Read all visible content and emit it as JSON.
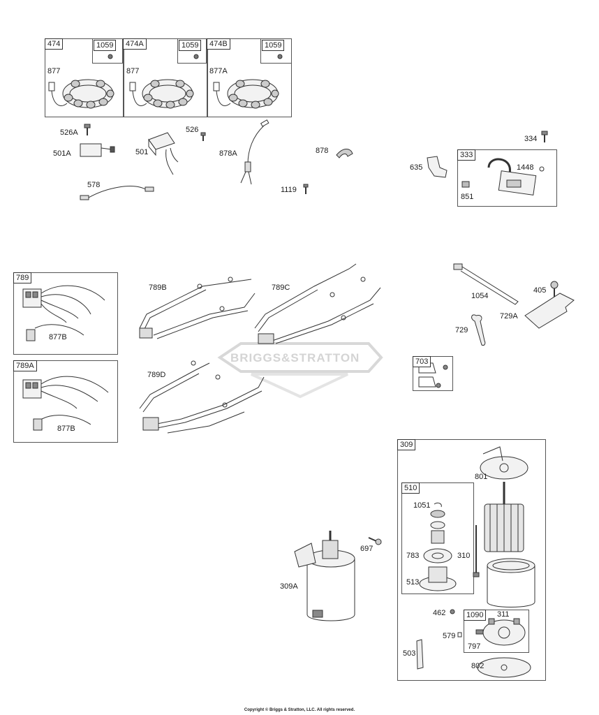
{
  "colors": {
    "line": "#333333",
    "fill": "#f2f2f2",
    "watermark": "#d8d8d8"
  },
  "watermark": "BRIGGS&STRATTON",
  "copyright": "Copyright © Briggs & Stratton, LLC. All rights reserved.",
  "groups": {
    "g474": "474",
    "g474A": "474A",
    "g474B": "474B",
    "g1059a": "1059",
    "g1059b": "1059",
    "g1059c": "1059",
    "g333": "333",
    "g789": "789",
    "g789A": "789A",
    "g703": "703",
    "g309": "309",
    "g510": "510",
    "g1090": "1090"
  },
  "parts": {
    "p877a": "877",
    "p877b": "877",
    "p877A": "877A",
    "p526A": "526A",
    "p501A": "501A",
    "p501": "501",
    "p526": "526",
    "p878A": "878A",
    "p878": "878",
    "p1119": "1119",
    "p578": "578",
    "p334": "334",
    "p635": "635",
    "p1448": "1448",
    "p851": "851",
    "p789B": "789B",
    "p789C": "789C",
    "p789D": "789D",
    "p877Ba": "877B",
    "p877Bb": "877B",
    "p1054": "1054",
    "p405": "405",
    "p729": "729",
    "p729A": "729A",
    "p801": "801",
    "p1051": "1051",
    "p783": "783",
    "p513": "513",
    "p310": "310",
    "p697": "697",
    "p309A": "309A",
    "p462": "462",
    "p311": "311",
    "p579": "579",
    "p797": "797",
    "p503": "503",
    "p802": "802"
  }
}
